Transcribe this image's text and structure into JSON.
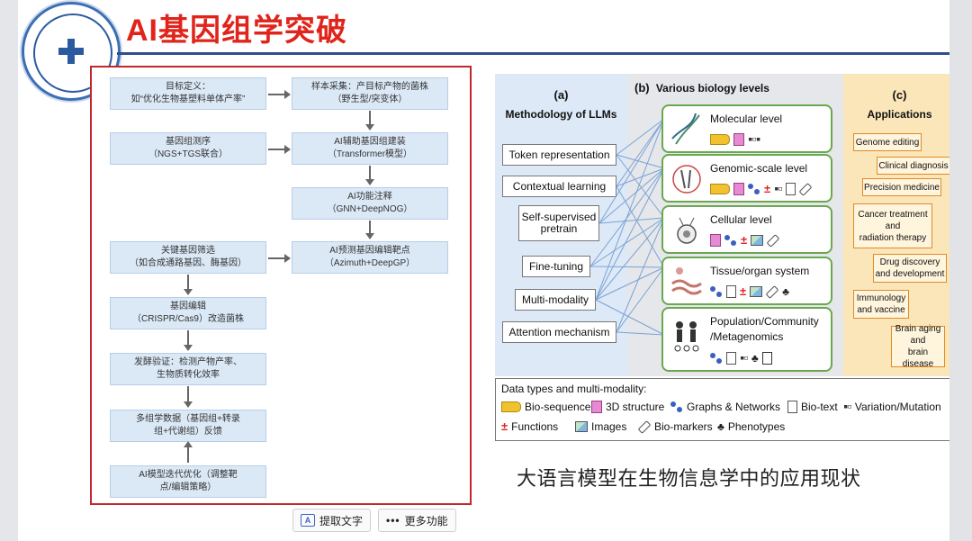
{
  "slide": {
    "title": "AI基因组学突破",
    "caption": "大语言模型在生物信息学中的应用现状"
  },
  "flowchart": {
    "boxes": {
      "b1": "目标定义：\n如“优化生物基塑料单体产率”",
      "b2": "样本采集：产目标产物的菌株\n（野生型/突变体）",
      "b3": "基因组测序\n（NGS+TGS联合）",
      "b4": "AI辅助基因组建装\n（Transformer模型）",
      "b5": "AI功能注释\n（GNN+DeepNOG）",
      "b6": "关键基因筛选\n（如合成通路基因、酶基因）",
      "b7": "AI预测基因编辑靶点\n（Azimuth+DeepGP）",
      "b8": "基因编辑\n（CRISPR/Cas9）改造菌株",
      "b9": "发酵验证：检测产物产率、\n生物质转化效率",
      "b10": "多组学数据（基因组+转录\n组+代谢组）反馈",
      "b11": "AI模型迭代优化（调整靶\n点/编辑策略）"
    }
  },
  "figure": {
    "panel_a": {
      "label": "(a)",
      "heading": "Methodology of LLMs",
      "items": [
        "Token representation",
        "Contextual learning",
        "Self-supervised\npretrain",
        "Fine-tuning",
        "Multi-modality",
        "Attention mechanism"
      ]
    },
    "panel_b": {
      "label": "(b)",
      "heading": "Various biology levels",
      "levels": [
        "Molecular level",
        "Genomic-scale level",
        "Cellular level",
        "Tissue/organ system",
        "Population/Community\n/Metagenomics"
      ]
    },
    "panel_c": {
      "label": "(c)",
      "heading": "Applications",
      "items": [
        "Genome editing",
        "Clinical diagnosis",
        "Precision medicine",
        "Cancer treatment\nand\nradiation therapy",
        "Drug discovery\nand development",
        "Immunology\nand vaccine",
        "Brain aging\nand\nbrain disease"
      ]
    },
    "legend": {
      "title": "Data types and multi-modality:",
      "items": {
        "seq": "Bio-sequence",
        "struct": "3D structure",
        "graph": "Graphs & Networks",
        "text": "Bio-text",
        "var": "Variation/Mutation",
        "func": "Functions",
        "img": "Images",
        "marker": "Bio-markers",
        "pheno": "Phenotypes"
      }
    },
    "colors": {
      "panel_a": "#dde9f6",
      "panel_b": "#e5e7ea",
      "panel_c": "#fbe6b9",
      "level_border": "#6aa84f",
      "app_border": "#e08a2a"
    }
  },
  "toolbar": {
    "extract_text": "提取文字",
    "more": "更多功能"
  },
  "colors": {
    "title": "#e0241b",
    "flow_border": "#c0282d",
    "flow_box": "#dbe9f7"
  }
}
